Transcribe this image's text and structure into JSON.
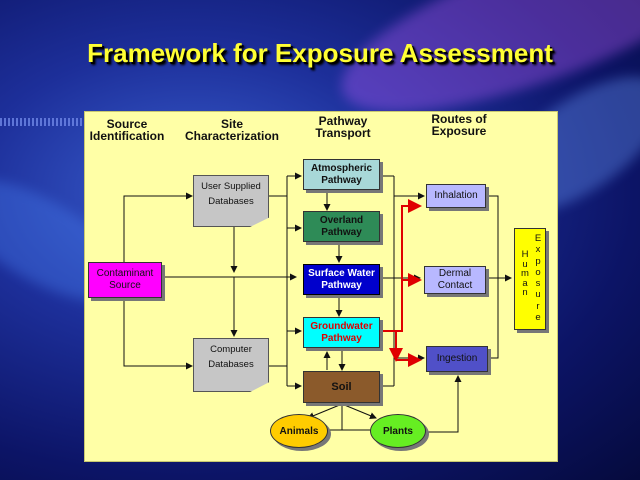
{
  "title": "Framework for Exposure Assessment",
  "headers": {
    "source": [
      "Source",
      "Identification"
    ],
    "site": [
      "Site",
      "Characterization"
    ],
    "pathway": [
      "Pathway",
      "Transport"
    ],
    "routes": [
      "Routes of",
      "Exposure"
    ]
  },
  "boxes": {
    "contaminant": [
      "Contaminant",
      "Source"
    ],
    "user_db": [
      "User Supplied",
      "Databases"
    ],
    "computer_db": [
      "Computer",
      "Databases"
    ],
    "atmospheric": [
      "Atmospheric",
      "Pathway"
    ],
    "overland": [
      "Overland",
      "Pathway"
    ],
    "surface_water": [
      "Surface Water",
      "Pathway"
    ],
    "groundwater": [
      "Groundwater",
      "Pathway"
    ],
    "soil": "Soil",
    "animals": "Animals",
    "plants": "Plants",
    "inhalation": "Inhalation",
    "dermal": [
      "Dermal",
      "Contact"
    ],
    "ingestion": "Ingestion"
  },
  "human_exposure": {
    "human": [
      "H",
      "u",
      "m",
      "a",
      "n"
    ],
    "exposure": [
      "E",
      "x",
      "p",
      "o",
      "s",
      "u",
      "r",
      "e"
    ]
  },
  "colors": {
    "panel": "#ffffa6",
    "contaminant": "#ff00ff",
    "atmospheric": "#a8d8d8",
    "overland": "#2e8b57",
    "surface_water": "#0000cc",
    "groundwater": "#00ffff",
    "soil": "#8b5a2b",
    "animals": "#ffcc00",
    "plants": "#66ee22",
    "routes": "#b8b8ff",
    "ingestion": "#5050c8",
    "human": "#ffff00",
    "red_arrow": "#e00000"
  }
}
